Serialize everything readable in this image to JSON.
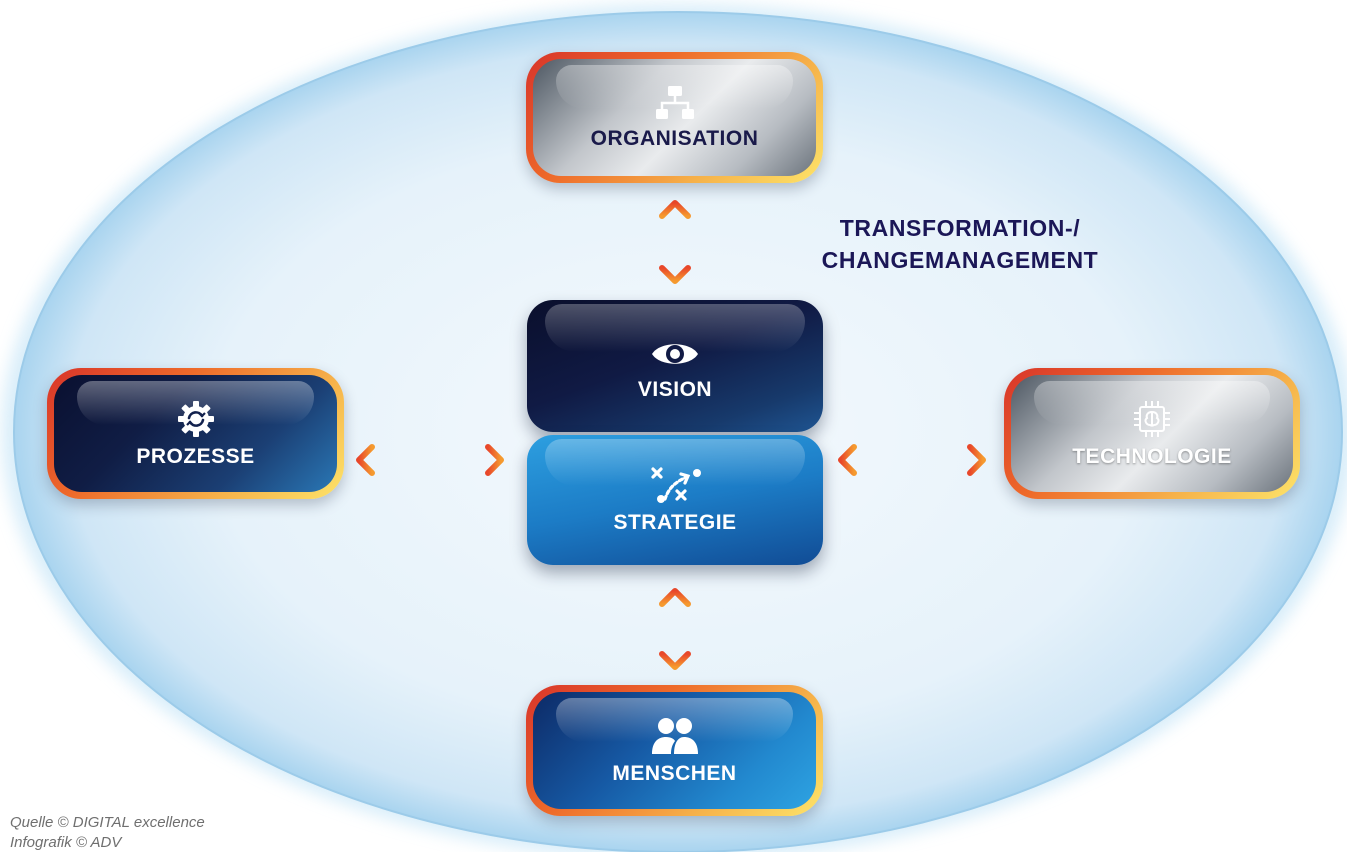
{
  "heading": {
    "line1": "TRANSFORMATION-/",
    "line2": "CHANGEMANAGEMENT"
  },
  "nodes": {
    "organisation": {
      "label": "ORGANISATION",
      "icon": "org-chart-icon"
    },
    "vision": {
      "label": "VISION",
      "icon": "eye-icon"
    },
    "strategie": {
      "label": "STRATEGIE",
      "icon": "strategy-play-icon"
    },
    "prozesse": {
      "label": "PROZESSE",
      "icon": "gear-refresh-icon"
    },
    "technologie": {
      "label": "TECHNOLOGIE",
      "icon": "ai-chip-icon"
    },
    "menschen": {
      "label": "MENSCHEN",
      "icon": "people-icon"
    }
  },
  "source": {
    "line1": "Quelle © DIGITAL excellence",
    "line2": "Infografik © ADV"
  },
  "colors": {
    "heading": "#1b1757",
    "arrow": "#f0722e",
    "ellipse_fill": "#e7f3fb",
    "ellipse_edge": "#9fd0ee"
  }
}
